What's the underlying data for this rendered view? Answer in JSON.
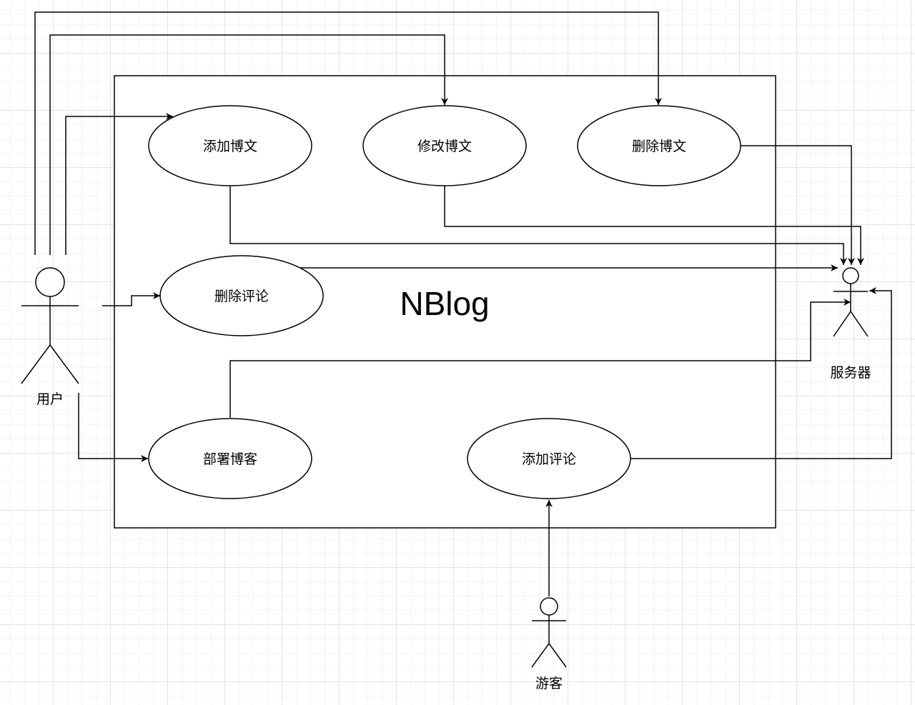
{
  "system": {
    "title": "NBlog"
  },
  "use_cases": {
    "add_post": "添加博文",
    "edit_post": "修改博文",
    "delete_post": "删除博文",
    "delete_comment": "删除评论",
    "deploy_blog": "部署博客",
    "add_comment": "添加评论"
  },
  "actors": {
    "user": "用户",
    "server": "服务器",
    "guest": "游客"
  },
  "colors": {
    "line": "#000000",
    "grid": "#e3e3e3",
    "background": "#ffffff"
  }
}
